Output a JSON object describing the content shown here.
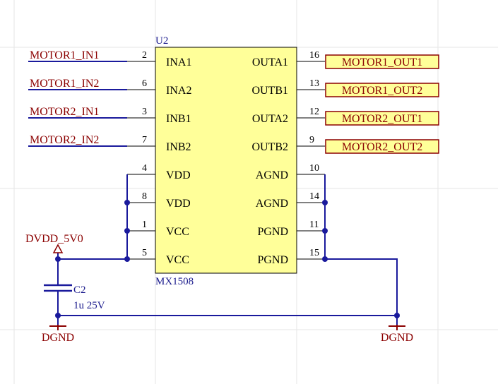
{
  "component": {
    "designator": "U2",
    "part": "MX1508",
    "body_color": "#ffff99",
    "left_pins": [
      {
        "num": "2",
        "name": "INA1"
      },
      {
        "num": "6",
        "name": "INA2"
      },
      {
        "num": "3",
        "name": "INB1"
      },
      {
        "num": "7",
        "name": "INB2"
      },
      {
        "num": "4",
        "name": "VDD"
      },
      {
        "num": "8",
        "name": "VDD"
      },
      {
        "num": "1",
        "name": "VCC"
      },
      {
        "num": "5",
        "name": "VCC"
      }
    ],
    "right_pins": [
      {
        "num": "16",
        "name": "OUTA1"
      },
      {
        "num": "13",
        "name": "OUTB1"
      },
      {
        "num": "12",
        "name": "OUTA2"
      },
      {
        "num": "9",
        "name": "OUTB2"
      },
      {
        "num": "10",
        "name": "AGND"
      },
      {
        "num": "14",
        "name": "AGND"
      },
      {
        "num": "11",
        "name": "PGND"
      },
      {
        "num": "15",
        "name": "PGND"
      }
    ]
  },
  "input_nets": [
    "MOTOR1_IN1",
    "MOTOR1_IN2",
    "MOTOR2_IN1",
    "MOTOR2_IN2"
  ],
  "output_ports": [
    "MOTOR1_OUT1",
    "MOTOR1_OUT2",
    "MOTOR2_OUT1",
    "MOTOR2_OUT2"
  ],
  "power": {
    "supply": "DVDD_5V0",
    "ground_left": "DGND",
    "ground_right": "DGND"
  },
  "capacitor": {
    "designator": "C2",
    "value": "1u 25V"
  },
  "colors": {
    "wire": "#1a1a9c",
    "net_label": "#8b0000",
    "port_fill": "#ffff99",
    "designator": "#1a1a8c"
  }
}
